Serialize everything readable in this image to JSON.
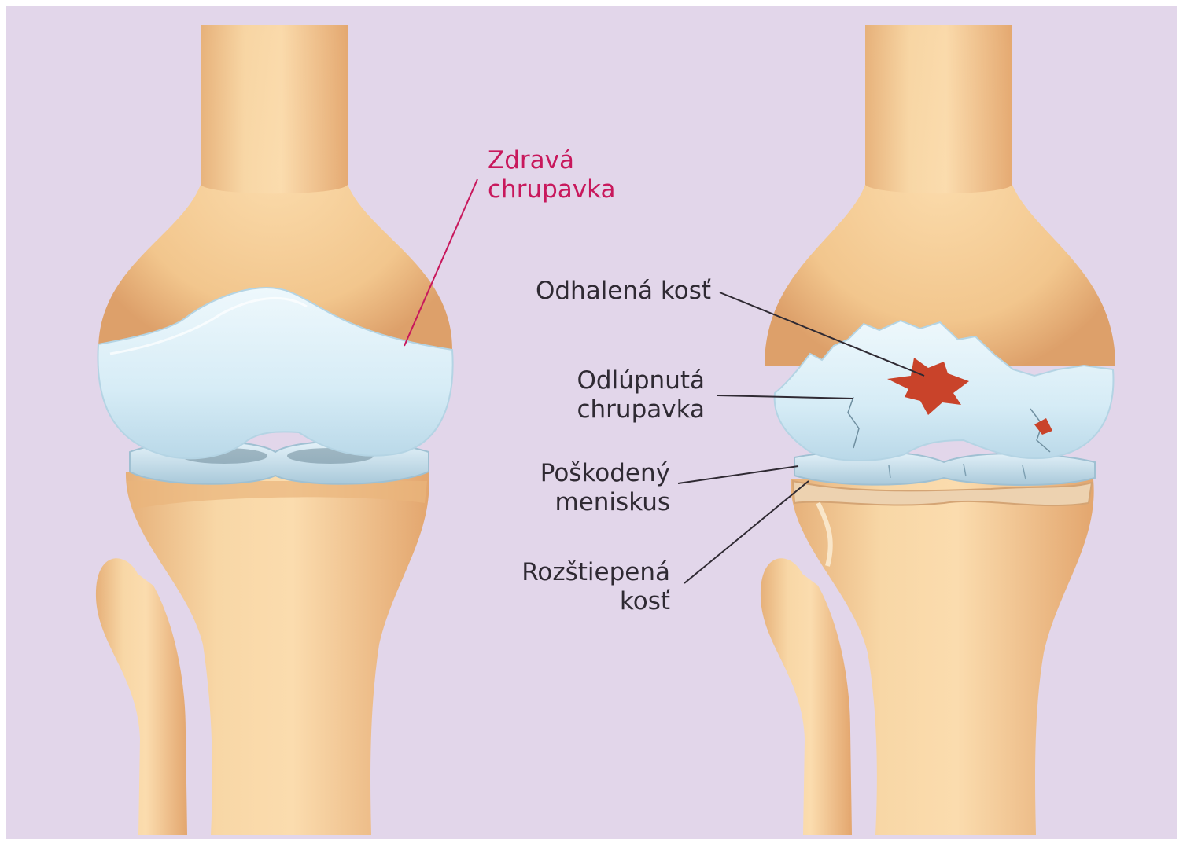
{
  "colors": {
    "background": "#e2d6ea",
    "bone": "#f3cd99",
    "bone_shadow": "#dfa56c",
    "cartilage": "#d9eef8",
    "cartilage_edge": "#b4d4e4",
    "exposed_bone": "#c9432a",
    "healthy_label": "#c8185c",
    "label_text": "#2f2a33"
  },
  "labels": {
    "healthy_cartilage": {
      "line1": "Zdravá",
      "line2": "chrupavka"
    },
    "exposed_bone": {
      "line1": "Odhalená kosť"
    },
    "peeled_cartilage": {
      "line1": "Odlúpnutá",
      "line2": "chrupavka"
    },
    "damaged_meniscus": {
      "line1": "Poškodený",
      "line2": "meniskus"
    },
    "split_bone": {
      "line1": "Rozštiepená",
      "line2": "kosť"
    }
  }
}
